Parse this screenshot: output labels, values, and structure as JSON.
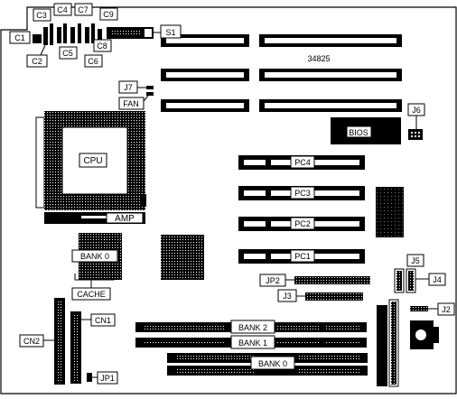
{
  "board": {
    "serial": "34825",
    "bios_label": "BIOS",
    "cpu_label": "CPU",
    "amp_label": "AMP",
    "bank0_chip_label": "BANK 0",
    "cache_label": "CACHE",
    "pci_slots": [
      "PC4",
      "PC3",
      "PC2",
      "PC1"
    ],
    "simm_banks": [
      "BANK 2",
      "BANK 1",
      "BANK 0"
    ],
    "capacitor_labels": {
      "c1": "C1",
      "c2": "C2",
      "c3": "C3",
      "c4": "C4",
      "c5": "C5",
      "c6": "C6",
      "c7": "C7",
      "c8": "C8",
      "c9": "C9"
    },
    "connector_labels": {
      "s1": "S1",
      "j7": "J7",
      "fan": "FAN",
      "j6": "J6",
      "jp2": "JP2",
      "j3": "J3",
      "j5": "J5",
      "j4": "J4",
      "j2": "J2",
      "cn1": "CN1",
      "cn2": "CN2",
      "jp1": "JP1"
    }
  }
}
